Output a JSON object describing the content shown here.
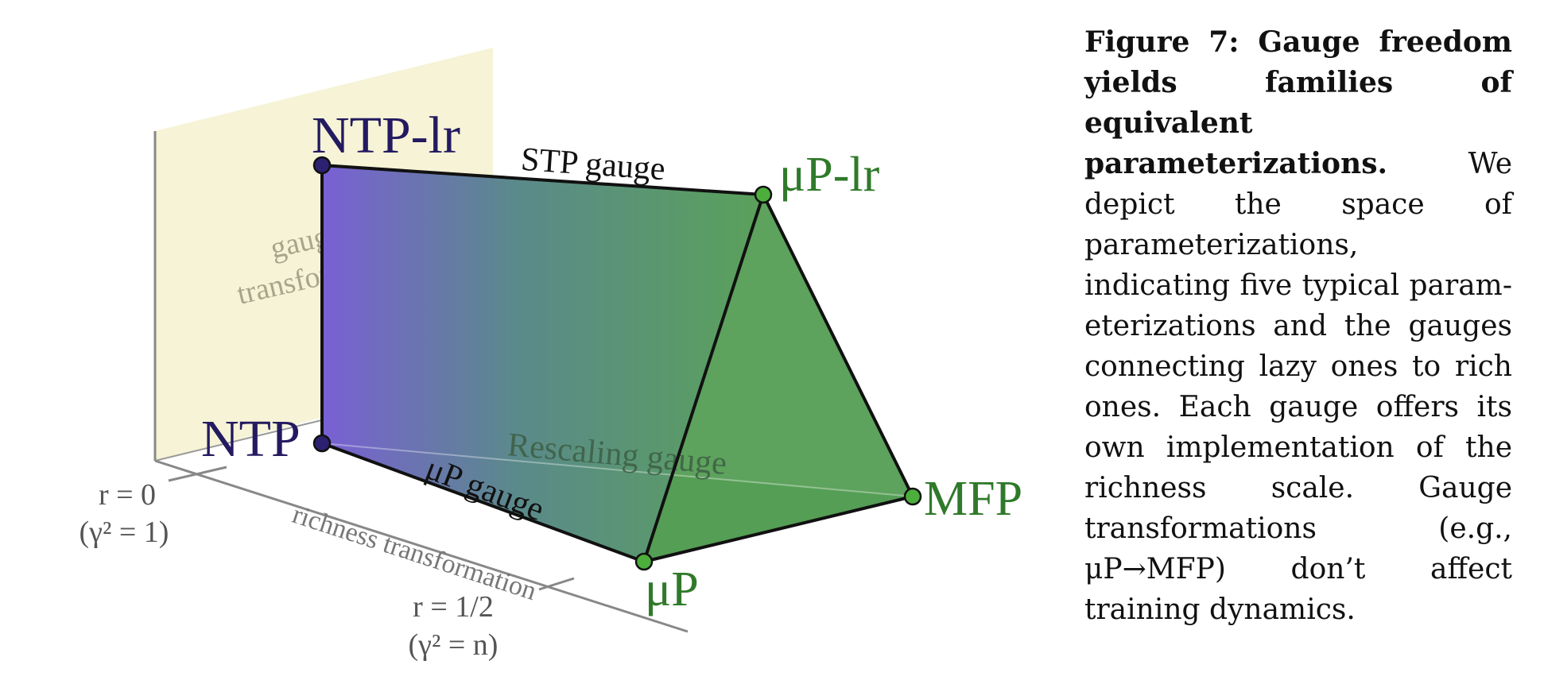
{
  "figure": {
    "vertices": {
      "ntp_lr": "NTP-lr",
      "ntp": "NTP",
      "mup_lr": "μP-lr",
      "mup": "μP",
      "mfp": "MFP"
    },
    "edges": {
      "stp_gauge": "STP gauge",
      "mup_gauge": "μP gauge",
      "rescaling_gauge": "Rescaling gauge"
    },
    "plane": {
      "line1": "gauge",
      "line2": "transformations"
    },
    "axis": {
      "label": "richness transformation",
      "r0_line1": "r = 0",
      "r0_line2": "(γ² = 1)",
      "rhalf_line1": "r = 1/2",
      "rhalf_line2": "(γ² = n)"
    },
    "colors": {
      "lazy": "#7a5fd6",
      "rich": "#3f8f3f",
      "plane": "#f6f3d6",
      "vertex_blue": "#2b2170",
      "vertex_green": "#3f8f2f",
      "label_blue": "#231a60",
      "label_green": "#2f7a2a"
    }
  },
  "caption": {
    "title": "Figure 7: Gauge freedom yields families of equivalent parameterizations.",
    "body": "We depict the space of parameterizations, indicating five typical param­eterizations and the gauges connecting lazy ones to rich ones. Each gauge offers its own implementation of the richness scale. Gauge transformations (e.g., μP→MFP) don’t affect training dynamics."
  }
}
